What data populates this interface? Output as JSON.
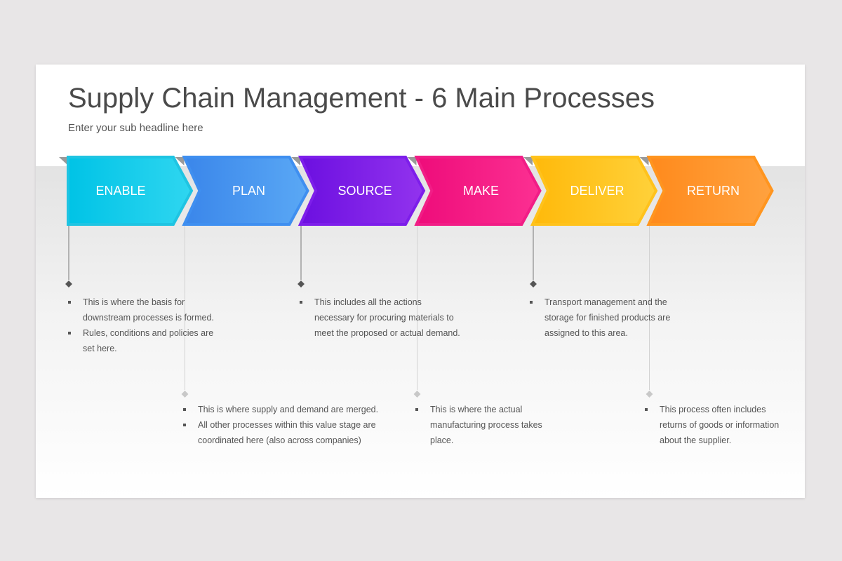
{
  "title": "Supply Chain Management - 6 Main Processes",
  "subtitle": "Enter your sub headline here",
  "colors": {
    "background": "#e8e6e7",
    "slide": "#ffffff",
    "text": "#4a4a4a",
    "connector": "#555555",
    "connector_light": "#c8c8c8"
  },
  "processes": [
    {
      "label": "ENABLE",
      "color_light": "#2fd6f0",
      "color_dark": "#00c3e6",
      "border": "#1fc4e2",
      "bullets": [
        "This is where the basis for downstream processes is formed.",
        "Rules, conditions and policies are set here."
      ]
    },
    {
      "label": "PLAN",
      "color_light": "#5aa8f5",
      "color_dark": "#3a86ea",
      "border": "#3f8ff0",
      "bullets": [
        "This is where supply and demand are merged.",
        "All other processes within this value stage are coordinated here (also across companies)"
      ]
    },
    {
      "label": "SOURCE",
      "color_light": "#9233ee",
      "color_dark": "#6c0fe0",
      "border": "#7d1eea",
      "bullets": [
        "This includes all the actions necessary for procuring materials to meet the proposed or actual demand."
      ]
    },
    {
      "label": "MAKE",
      "color_light": "#fc3092",
      "color_dark": "#ee0c7a",
      "border": "#f11d86",
      "bullets": [
        "This is where the actual manufacturing process takes place."
      ]
    },
    {
      "label": "DELIVER",
      "color_light": "#ffd13a",
      "color_dark": "#ffb90a",
      "border": "#ffc21c",
      "bullets": [
        "Transport management and the storage for finished products are assigned to this area."
      ]
    },
    {
      "label": "RETURN",
      "color_light": "#ffa23f",
      "color_dark": "#ff8a1c",
      "border": "#ff951f",
      "bullets": [
        "This process often includes returns of goods or information about the supplier."
      ]
    }
  ]
}
